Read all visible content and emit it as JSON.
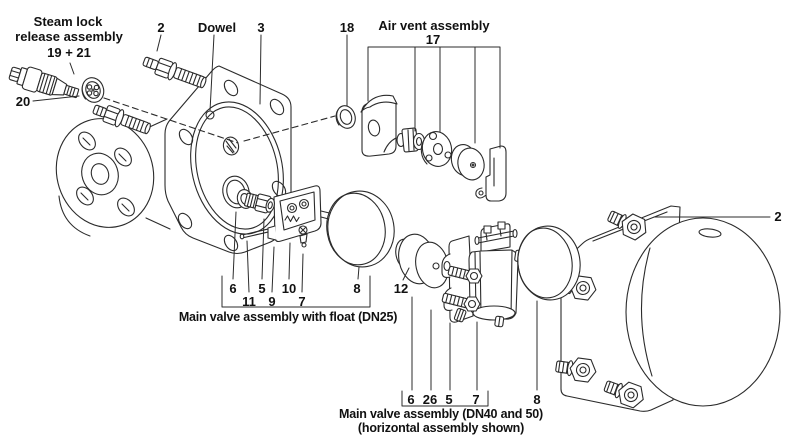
{
  "colors": {
    "background": "#ffffff",
    "line": "#2b2b2b",
    "text": "#111111"
  },
  "callouts": {
    "steam_lock_title_1": "Steam lock",
    "steam_lock_title_2": "release assembly",
    "steam_lock_refs": "19 + 21",
    "ref_20": "20",
    "ref_2_top": "2",
    "dowel": "Dowel",
    "ref_3": "3",
    "ref_18": "18",
    "air_vent_title": "Air vent assembly",
    "ref_17": "17",
    "ref_12": "12",
    "ref_2_right": "2",
    "dn25": {
      "ref_6": "6",
      "ref_11": "11",
      "ref_5": "5",
      "ref_9": "9",
      "ref_10": "10",
      "ref_7": "7",
      "ref_8": "8",
      "caption": "Main valve assembly with float (DN25)"
    },
    "dn40": {
      "ref_6": "6",
      "ref_26": "26",
      "ref_5": "5",
      "ref_7": "7",
      "ref_8": "8",
      "caption_1": "Main valve assembly (DN40 and 50)",
      "caption_2": "(horizontal assembly shown)"
    }
  }
}
